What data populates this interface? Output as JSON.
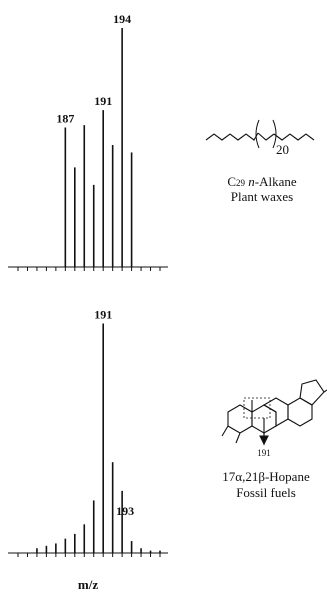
{
  "chart_data": [
    {
      "type": "bar",
      "title": "",
      "xlabel": "",
      "ylabel": "",
      "ylim": [
        0,
        100
      ],
      "x": [
        185,
        186,
        187,
        188,
        189,
        190,
        191,
        192,
        193,
        194,
        195,
        196,
        197,
        198,
        199,
        200
      ],
      "series": [
        {
          "values": [
            0,
            0,
            0,
            0,
            0,
            56,
            40,
            57,
            33,
            63,
            49,
            96,
            46,
            0,
            0,
            0
          ]
        }
      ],
      "peak_labels": [
        {
          "x": 190,
          "text": "187"
        },
        {
          "x": 194,
          "text": "191"
        },
        {
          "x": 196,
          "text": "194"
        }
      ]
    },
    {
      "type": "bar",
      "title": "",
      "xlabel": "m/z",
      "ylabel": "",
      "ylim": [
        0,
        100
      ],
      "x": [
        185,
        186,
        187,
        188,
        189,
        190,
        191,
        192,
        193,
        194,
        195,
        196,
        197,
        198,
        199,
        200
      ],
      "series": [
        {
          "values": [
            0,
            0,
            2,
            3,
            4,
            6,
            8,
            12,
            22,
            96,
            38,
            26,
            5,
            2,
            1,
            1
          ]
        }
      ],
      "peak_labels": [
        {
          "x": 194,
          "text": "191"
        },
        {
          "x": 196,
          "text": "193"
        }
      ]
    }
  ],
  "structures": {
    "alkane": {
      "repeat_subscript": "20",
      "caption_prefix": "C",
      "caption_subscript": "29",
      "caption_italic": "n",
      "caption_suffix": "-Alkane",
      "source": "Plant waxes"
    },
    "hopane": {
      "fragment_label": "191",
      "name": "17α,21β-Hopane",
      "source": "Fossil fuels"
    }
  }
}
